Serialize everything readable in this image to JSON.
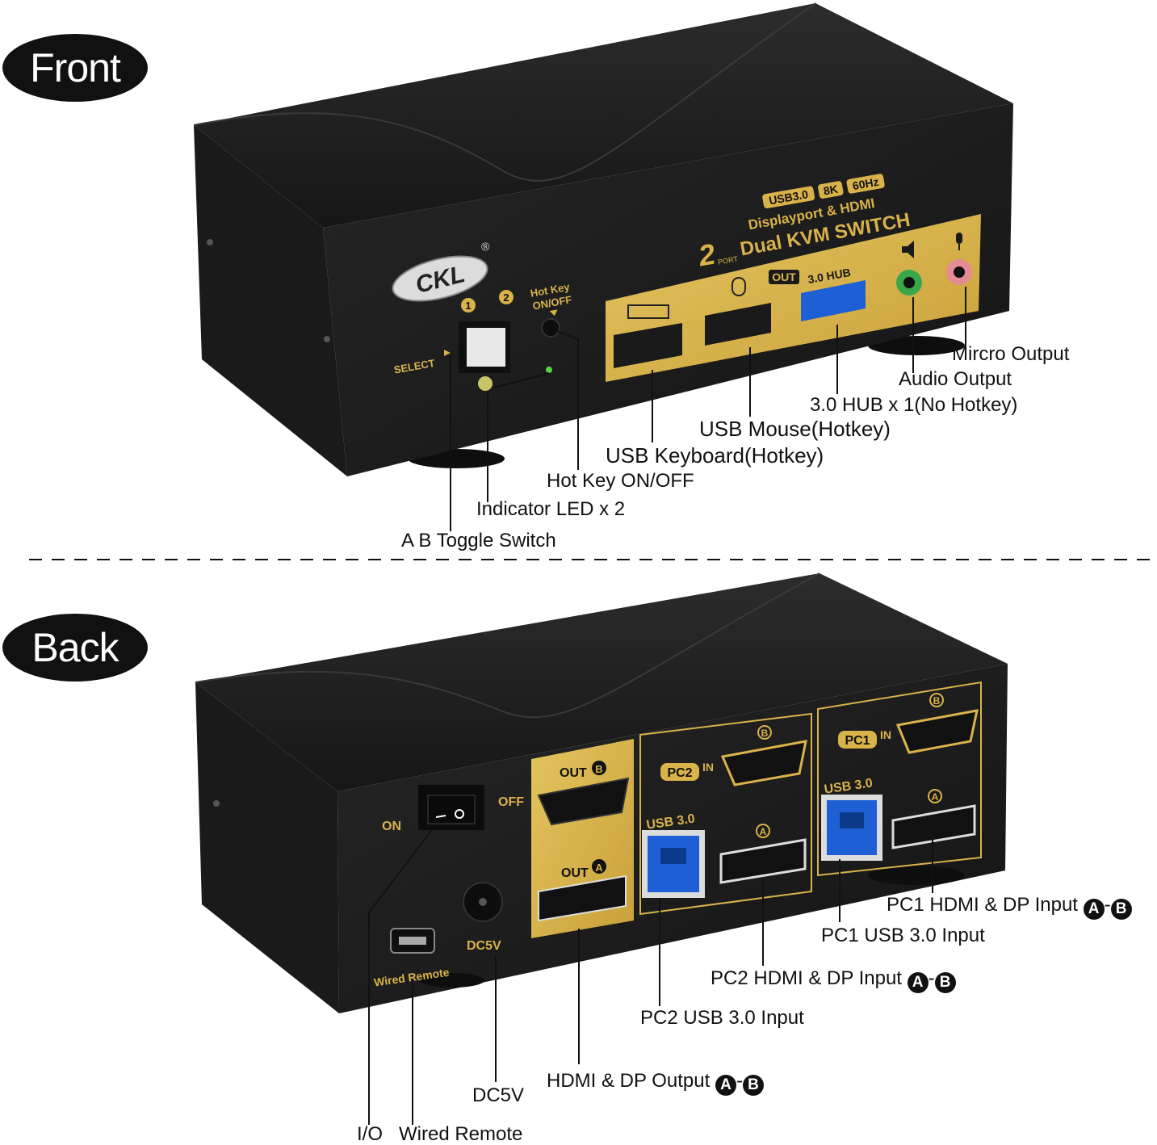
{
  "sections": {
    "front": "Front",
    "back": "Back"
  },
  "front_panel": {
    "brand": "CKL",
    "registered": "®",
    "badges": [
      "USB3.0",
      "8K",
      "60Hz"
    ],
    "subtitle": "Displayport & HDMI",
    "port_count": "2",
    "port_word": "PORT",
    "product": "Dual KVM SWITCH",
    "select_label": "SELECT",
    "channel_1": "1",
    "channel_2": "2",
    "hotkey_label_1": "Hot Key",
    "hotkey_label_2": "ON/OFF",
    "out_badge": "OUT",
    "hub_label": "3.0 HUB"
  },
  "front_callouts": {
    "mic": "Mircro Output",
    "audio": "Audio Output",
    "hub": "3.0 HUB x 1(No Hotkey)",
    "mouse": "USB Mouse(Hotkey)",
    "keyboard": "USB Keyboard(Hotkey)",
    "hotkey": "Hot Key ON/OFF",
    "led": "Indicator LED x 2",
    "toggle": "A B Toggle Switch"
  },
  "back_panel": {
    "on": "ON",
    "off": "OFF",
    "out_b": "OUT",
    "out_a": "OUT",
    "pc2": "PC2",
    "pc1": "PC1",
    "in": "IN",
    "usb30_pc2": "USB 3.0",
    "usb30_pc1": "USB 3.0",
    "wired_remote": "Wired Remote",
    "dc5v": "DC5V",
    "letter_a": "A",
    "letter_b": "B"
  },
  "back_callouts": {
    "pc1_hdmi_dp": "PC1 HDMI & DP Input",
    "pc1_usb": "PC1 USB 3.0 Input",
    "pc2_hdmi_dp": "PC2 HDMI & DP Input",
    "pc2_usb": "PC2 USB 3.0 Input",
    "output": "HDMI & DP Output",
    "dc5v": "DC5V",
    "io": "I/O",
    "wired_remote": "Wired Remote",
    "a": "A",
    "b": "B",
    "dash": "-"
  },
  "colors": {
    "device": "#1c1c1c",
    "gold": "#d9b24a",
    "usb_blue": "#1f5fd6",
    "audio_green": "#3aa64a",
    "mic_pink": "#e68a94"
  }
}
